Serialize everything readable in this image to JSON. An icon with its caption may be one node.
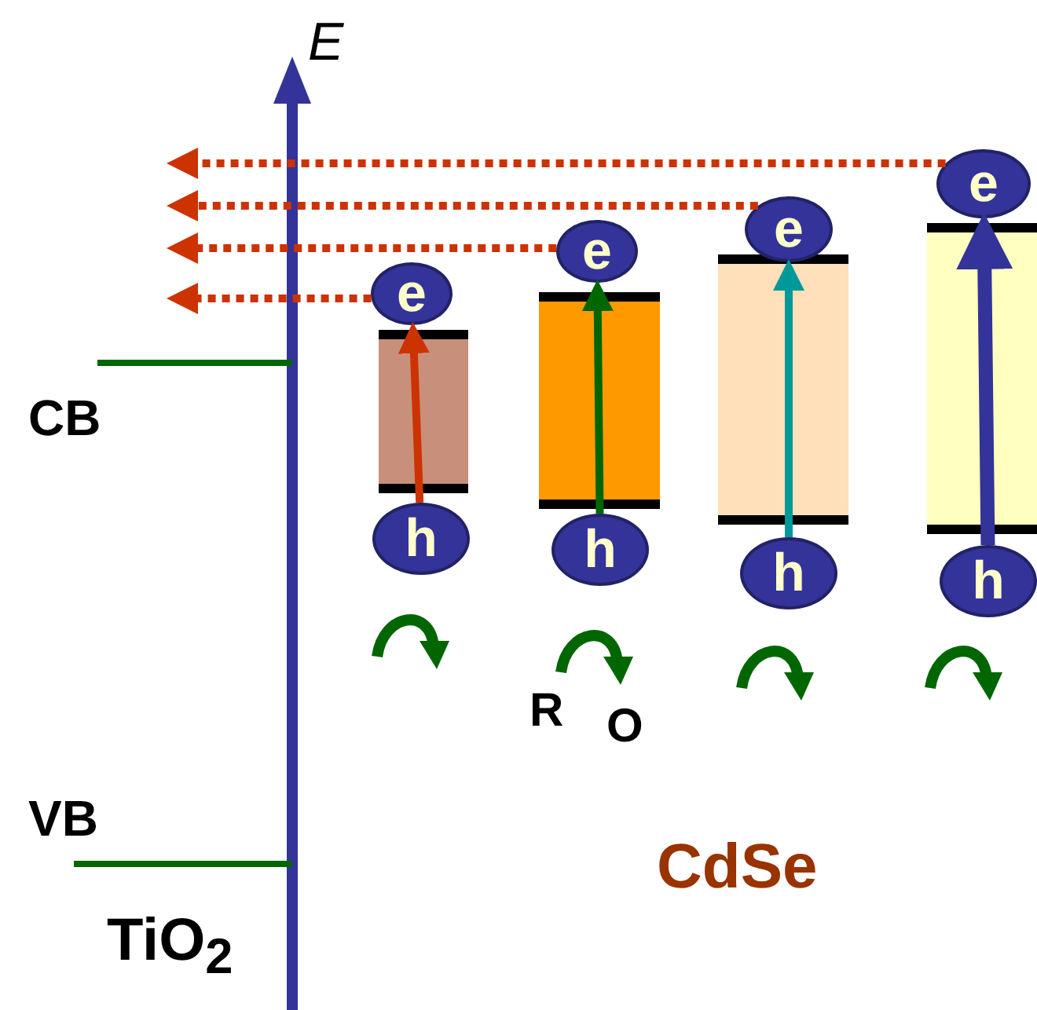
{
  "diagram": {
    "nodes": [
      {
        "text": [
          "e"
        ]
      },
      {
        "text": [
          "e"
        ]
      },
      {
        "text": [
          "e"
        ]
      },
      {
        "text": [
          "e"
        ]
      },
      {
        "text": [
          "h"
        ]
      },
      {
        "text": [
          "h"
        ]
      },
      {
        "text": [
          "h"
        ]
      },
      {
        "text": [
          "h"
        ]
      }
    ],
    "edges": [
      {
        "from": 3,
        "to": null,
        "arrow": "to",
        "style": "dashed",
        "color": "#cc3300"
      },
      {
        "from": 2,
        "to": null,
        "arrow": "to",
        "style": "dashed",
        "color": "#cc3300"
      },
      {
        "from": 1,
        "to": null,
        "arrow": "to",
        "style": "dashed",
        "color": "#cc3300"
      },
      {
        "from": 0,
        "to": null,
        "arrow": "to",
        "style": "dashed",
        "color": "#cc3300"
      },
      {
        "from": 4,
        "to": 0,
        "arrow": "to",
        "color": "#cc3300"
      },
      {
        "from": 5,
        "to": 1,
        "arrow": "to",
        "color": "#006600"
      },
      {
        "from": 6,
        "to": 2,
        "arrow": "to",
        "color": "#009999"
      },
      {
        "from": 7,
        "to": 3,
        "arrow": "to",
        "style": "thick",
        "color": "#333399"
      }
    ],
    "labels": [
      "E",
      "CB",
      "VB",
      "TiO$_{2}$",
      "R",
      "O",
      "CdSe"
    ]
  }
}
